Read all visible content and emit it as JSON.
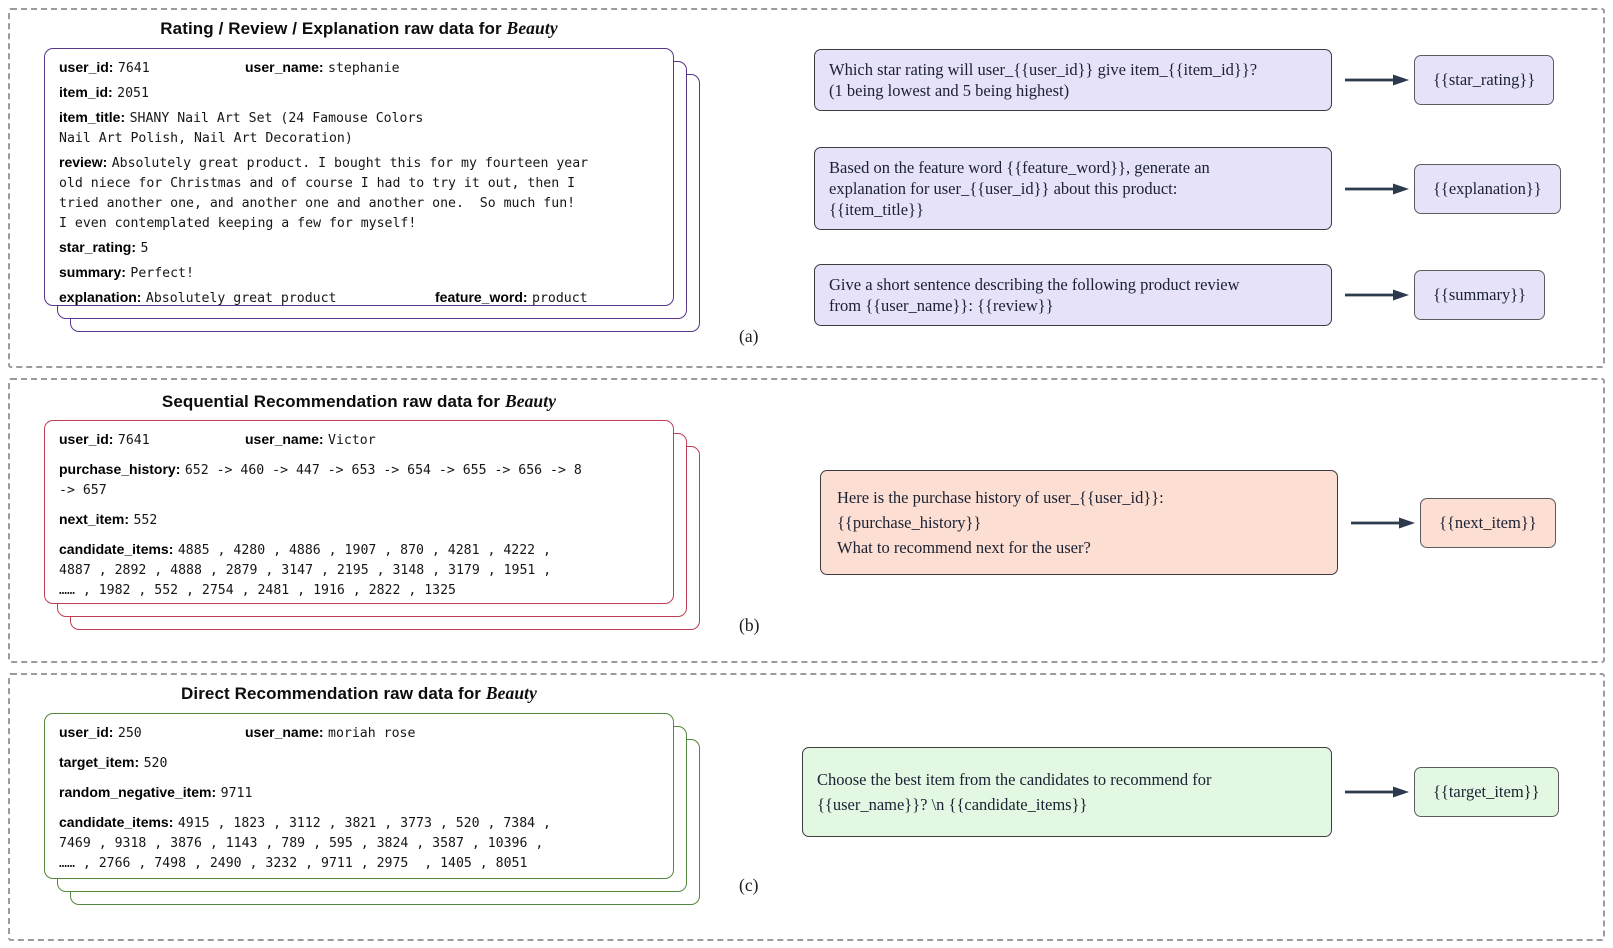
{
  "colors": {
    "panel_a_accent": "#57368b",
    "panel_b_accent": "#bf3e54",
    "panel_c_accent": "#55873e",
    "prompt_fill_a": "#e5e2f9",
    "prompt_fill_b": "#fcded2",
    "prompt_fill_c": "#e3f8e3",
    "arrow": "#2c3a4e",
    "dashed_border": "#9b9b9f"
  },
  "panels": [
    {
      "label": "(a)",
      "title_prefix": "Rating / Review / Explanation raw data for ",
      "title_italic": "Beauty",
      "card": {
        "fields": [
          {
            "label": "user_id:",
            "value": "7641",
            "label2": "user_name:",
            "value2": "stephanie"
          },
          {
            "label": "item_id:",
            "value": "2051"
          },
          {
            "label": "item_title:",
            "value": "SHANY Nail Art Set (24 Famouse Colors\nNail Art Polish, Nail Art Decoration)"
          },
          {
            "label": "review:",
            "value": "Absolutely great product. I bought this for my fourteen year\nold niece for Christmas and of course I had to try it out, then I\ntried another one, and another one and another one.  So much fun!\nI even contemplated keeping a few for myself!"
          },
          {
            "label": "star_rating:",
            "value": "5"
          },
          {
            "label": "summary:",
            "value": "Perfect!"
          },
          {
            "label": "explanation:",
            "value": "Absolutely great product",
            "label2": "feature_word:",
            "value2": "product"
          }
        ]
      },
      "rows": [
        {
          "prompt": "Which star rating will user_{{user_id}} give item_{{item_id}}?\n(1 being lowest and 5 being highest)",
          "output": "{{star_rating}}"
        },
        {
          "prompt": "Based on the feature word {{feature_word}}, generate an\nexplanation for user_{{user_id}} about this product:\n{{item_title}}",
          "output": "{{explanation}}"
        },
        {
          "prompt": "Give a short sentence describing the following product review\nfrom {{user_name}}: {{review}}",
          "output": "{{summary}}"
        }
      ]
    },
    {
      "label": "(b)",
      "title_prefix": "Sequential Recommendation raw data for ",
      "title_italic": "Beauty",
      "card": {
        "fields": [
          {
            "label": "user_id:",
            "value": "7641",
            "label2": "user_name:",
            "value2": "Victor"
          },
          {
            "label": "purchase_history:",
            "value": "652 -> 460 -> 447 -> 653 -> 654 -> 655 -> 656 -> 8\n-> 657"
          },
          {
            "label": "next_item:",
            "value": "552"
          },
          {
            "label": "candidate_items:",
            "value": "4885 , 4280 , 4886 , 1907 , 870 , 4281 , 4222 ,\n4887 , 2892 , 4888 , 2879 , 3147 , 2195 , 3148 , 3179 , 1951 ,\n…… , 1982 , 552 , 2754 , 2481 , 1916 , 2822 , 1325"
          }
        ]
      },
      "rows": [
        {
          "prompt": "Here is the purchase history of user_{{user_id}}:\n{{purchase_history}}\nWhat to recommend next for the user?",
          "output": "{{next_item}}"
        }
      ]
    },
    {
      "label": "(c)",
      "title_prefix": "Direct Recommendation raw data for ",
      "title_italic": "Beauty",
      "card": {
        "fields": [
          {
            "label": "user_id:",
            "value": "250",
            "label2": "user_name:",
            "value2": "moriah rose"
          },
          {
            "label": "target_item:",
            "value": "520"
          },
          {
            "label": "random_negative_item:",
            "value": "9711"
          },
          {
            "label": "candidate_items:",
            "value": "4915 , 1823 , 3112 , 3821 , 3773 , 520 , 7384 ,\n7469 , 9318 , 3876 , 1143 , 789 , 595 , 3824 , 3587 , 10396 ,\n…… , 2766 , 7498 , 2490 , 3232 , 9711 , 2975  , 1405 , 8051"
          }
        ]
      },
      "rows": [
        {
          "prompt": "Choose the best item from the candidates to recommend for\n{{user_name}}? \\n {{candidate_items}}",
          "output": "{{target_item}}"
        }
      ]
    }
  ]
}
